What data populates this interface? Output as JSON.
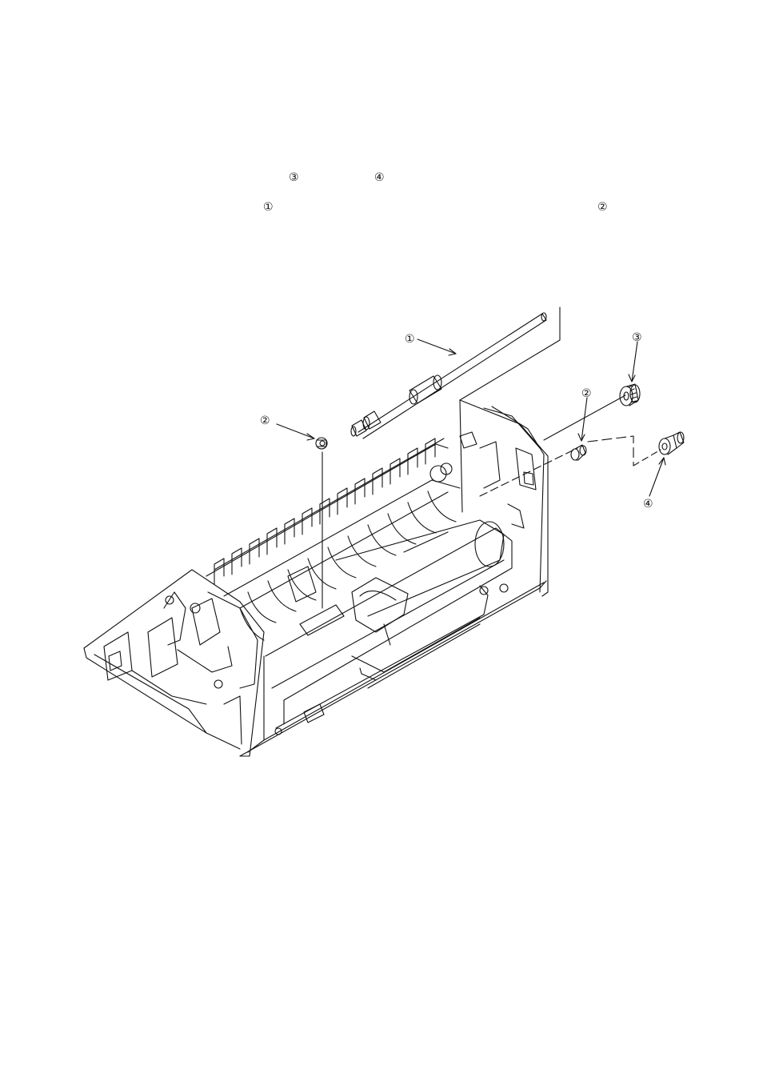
{
  "text_refs": {
    "line1_a": "③",
    "line1_b": "④",
    "line2_a": "①",
    "line2_b": "②"
  },
  "callouts": {
    "roller": "①",
    "bushing_left": "②",
    "bushing_right": "②",
    "gear": "③",
    "knob": "④"
  }
}
